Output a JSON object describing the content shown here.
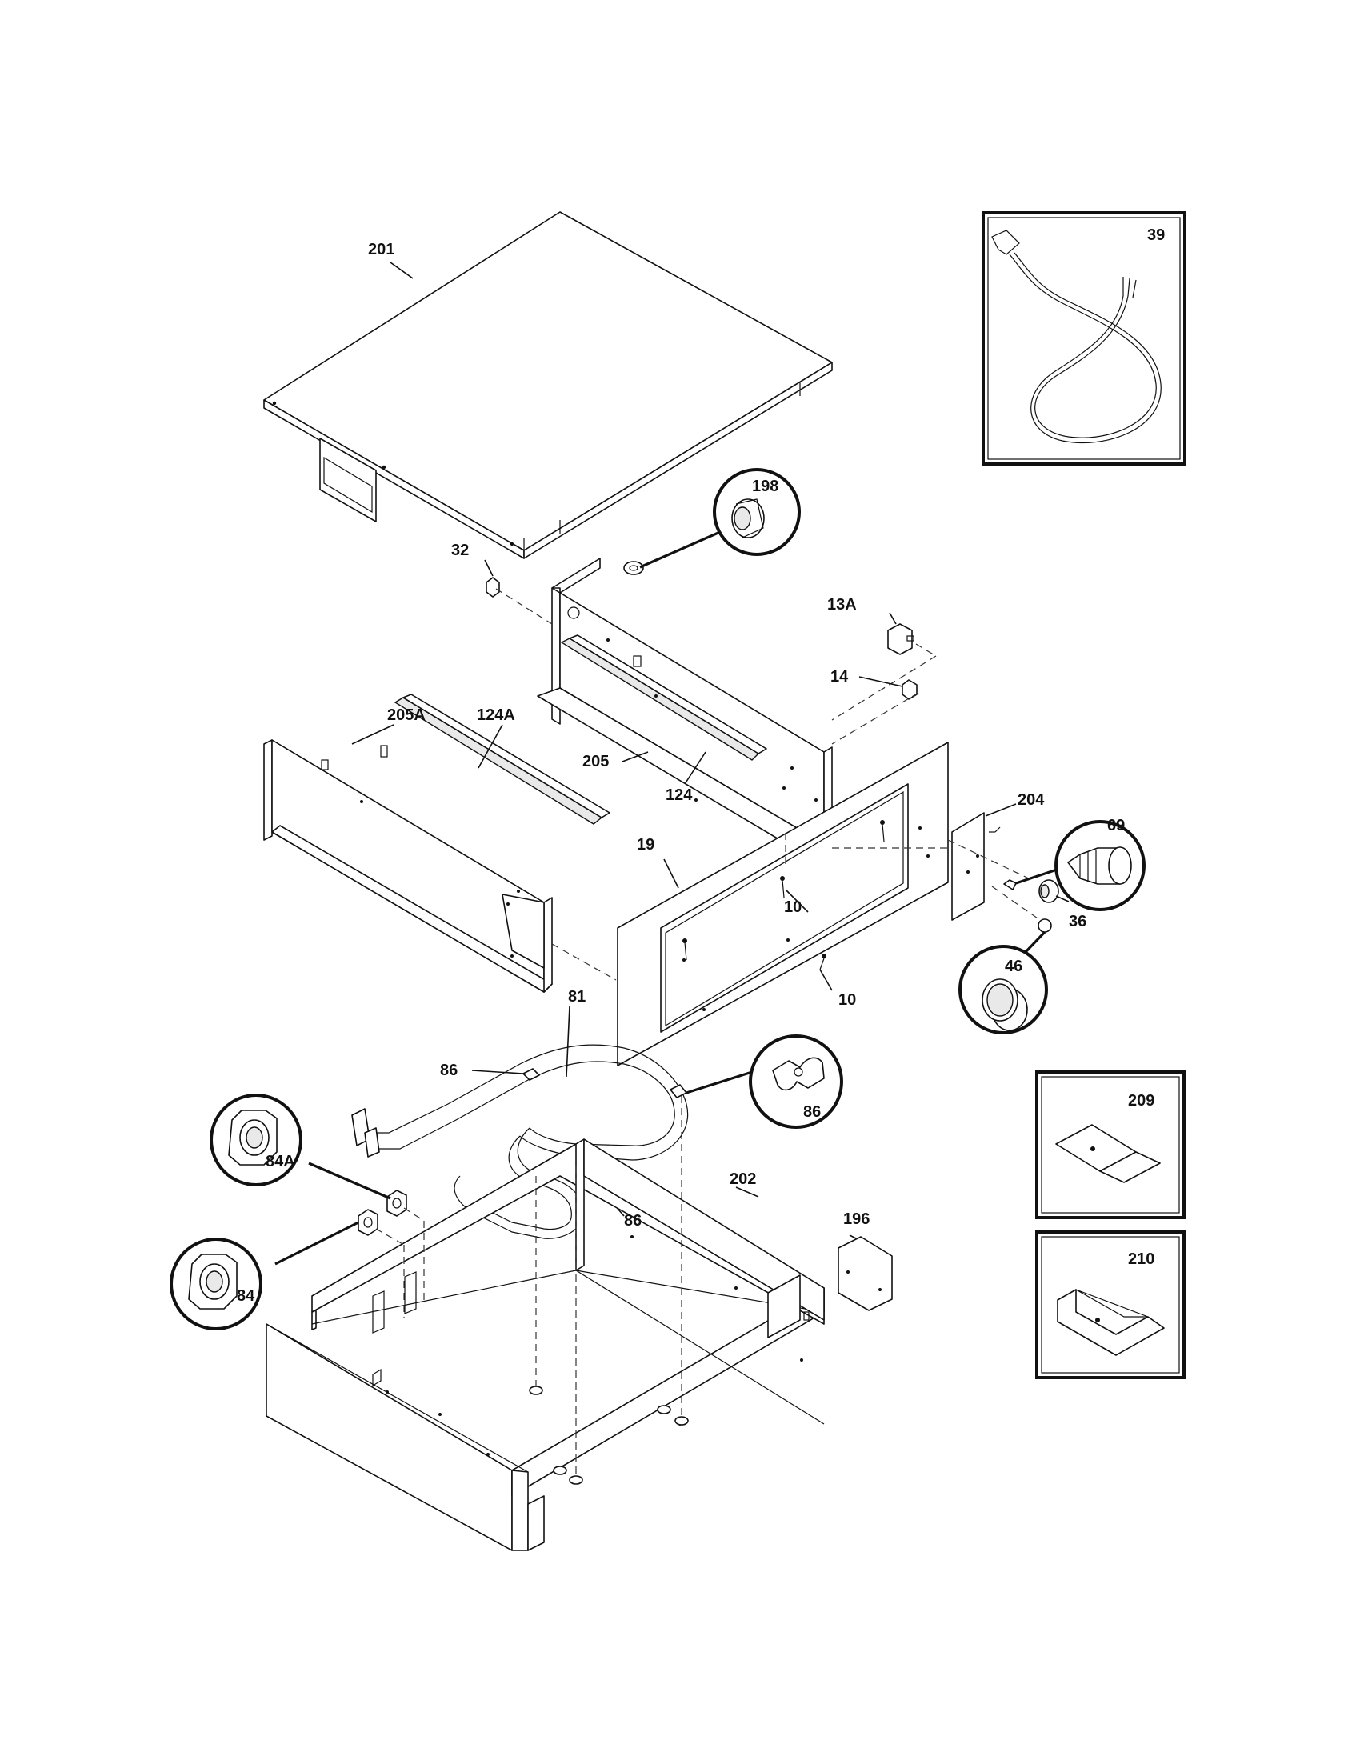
{
  "labels": {
    "p201": "201",
    "p39": "39",
    "p198": "198",
    "p32": "32",
    "p13A": "13A",
    "p14": "14",
    "p205A": "205A",
    "p124A": "124A",
    "p205": "205",
    "p124": "124",
    "p204": "204",
    "p69": "69",
    "p19": "19",
    "p10a": "10",
    "p36": "36",
    "p10b": "10",
    "p46": "46",
    "p81": "81",
    "p86a": "86",
    "p86b": "86",
    "p84A": "84A",
    "p86c": "86",
    "p202": "202",
    "p196": "196",
    "p84": "84",
    "p209": "209",
    "p210": "210"
  }
}
